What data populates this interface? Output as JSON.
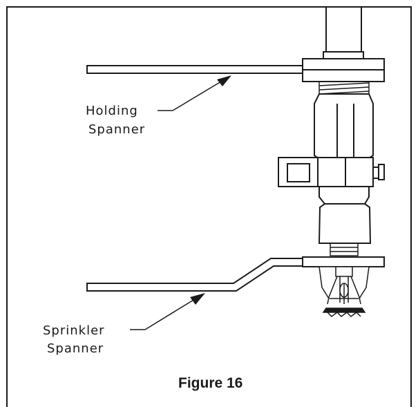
{
  "figure": {
    "caption": "Figure 16",
    "labels": {
      "holding_spanner": [
        "Holding",
        "Spanner"
      ],
      "sprinkler_spanner": [
        "Sprinkler",
        "Spanner"
      ]
    },
    "colors": {
      "line": "#1a1a1a",
      "background": "#ffffff"
    }
  }
}
